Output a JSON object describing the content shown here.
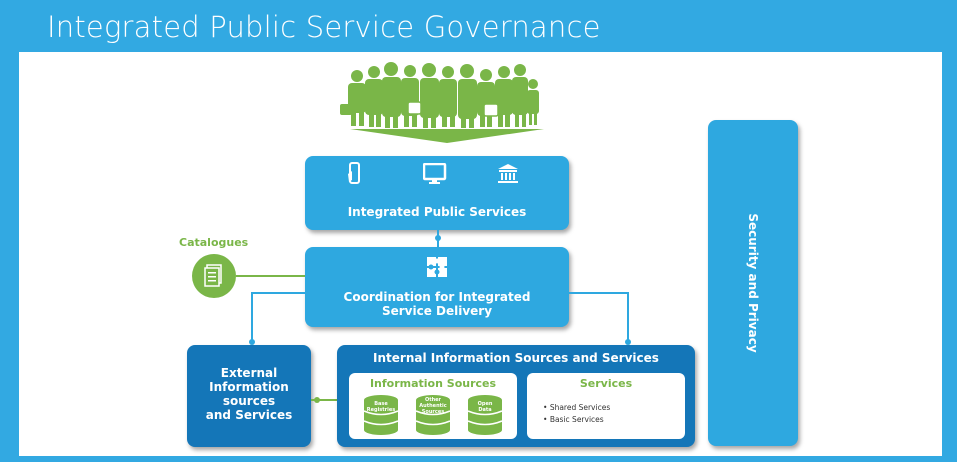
{
  "header": {
    "title": "Integrated Public Service Governance"
  },
  "top": {
    "icons": [
      "mobile-phone-icon",
      "computer-monitor-icon",
      "public-building-icon"
    ],
    "label": "Integrated Public Services"
  },
  "coordination": {
    "icon": "puzzle-icon",
    "label_line1": "Coordination for Integrated",
    "label_line2": "Service Delivery"
  },
  "catalogues": {
    "label": "Catalogues",
    "icon": "document-icon"
  },
  "security": {
    "label": "Security and Privacy"
  },
  "external": {
    "line1": "External",
    "line2": "Information",
    "line3": "sources",
    "line4": "and Services"
  },
  "internal": {
    "title": "Internal Information Sources and Services",
    "info_sources": {
      "title": "Information Sources",
      "databases": [
        {
          "line1": "Base",
          "line2": "Registries",
          "line3": ""
        },
        {
          "line1": "Other",
          "line2": "Authentic",
          "line3": "Sources"
        },
        {
          "line1": "Open",
          "line2": "Data",
          "line3": ""
        }
      ]
    },
    "services": {
      "title": "Services",
      "items": [
        "Shared Services",
        "Basic Services"
      ]
    }
  },
  "colors": {
    "brand_blue": "#2ea8e0",
    "dark_blue": "#1476b8",
    "green": "#7ab648",
    "header_blue": "#32a9e2"
  }
}
